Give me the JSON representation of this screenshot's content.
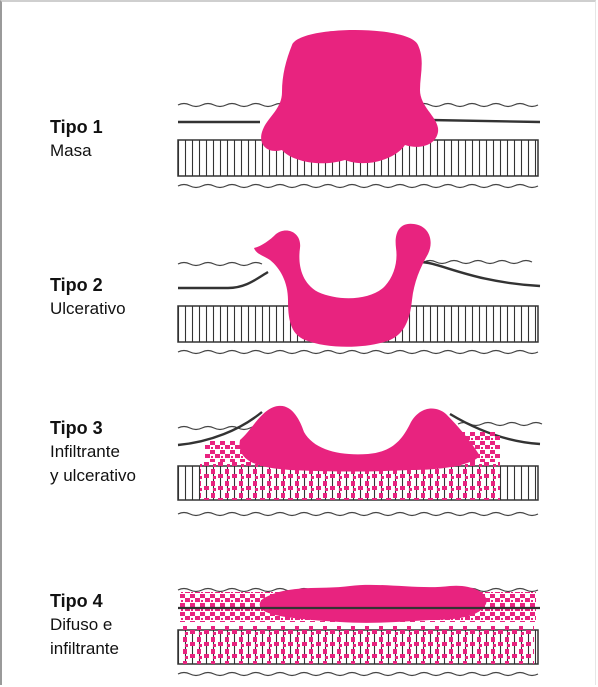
{
  "colors": {
    "tumor": "#e8237f",
    "line": "#333333",
    "background": "#ffffff"
  },
  "types": [
    {
      "title": "Tipo 1",
      "description_lines": [
        "Masa"
      ]
    },
    {
      "title": "Tipo 2",
      "description_lines": [
        "Ulcerativo"
      ]
    },
    {
      "title": "Tipo 3",
      "description_lines": [
        "Infiltrante",
        "y ulcerativo"
      ]
    },
    {
      "title": "Tipo 4",
      "description_lines": [
        "Difuso e",
        "infiltrante"
      ]
    }
  ]
}
